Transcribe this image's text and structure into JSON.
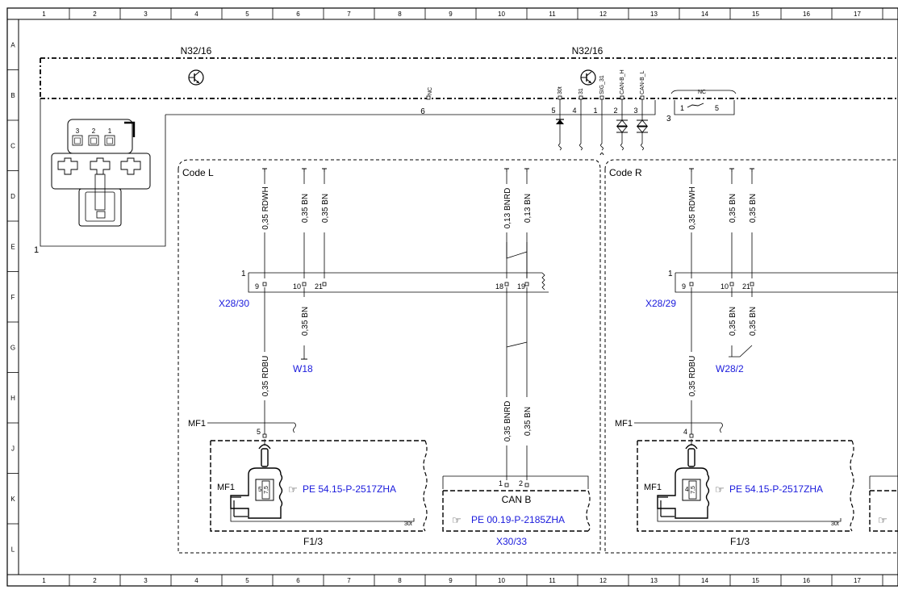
{
  "border": {
    "columns": [
      "1",
      "2",
      "3",
      "4",
      "5",
      "6",
      "7",
      "8",
      "9",
      "10",
      "11",
      "12",
      "13",
      "14",
      "15",
      "16",
      "17"
    ],
    "rows": [
      "A",
      "B",
      "C",
      "D",
      "E",
      "F",
      "G",
      "H",
      "J",
      "K",
      "L"
    ]
  },
  "module": {
    "label_left": "N32/16",
    "label_right": "N32/16",
    "pin6": "6",
    "nc_top": "NC",
    "pin3": "3",
    "conn_pins": [
      {
        "top": "30t",
        "num": "5"
      },
      {
        "top": "31",
        "num": "4"
      },
      {
        "top": "SIG_31",
        "num": "1"
      },
      {
        "top": "CAN-B_H",
        "num": "2"
      },
      {
        "top": "CAN-B_L",
        "num": "3"
      }
    ],
    "nc_box": {
      "label": "NC",
      "pin_a": "1",
      "pin_b": "5"
    }
  },
  "connector_view": {
    "pins": [
      "3",
      "2",
      "1"
    ],
    "corner_label": "1"
  },
  "code_l": {
    "title": "Code L",
    "wires_top": [
      "0,35 RDWH",
      "0,35 BN",
      "0,35 BN",
      "0,13 BNRD",
      "0,13 BN"
    ],
    "x_block": {
      "num": "1",
      "label": "X28/30",
      "pins": [
        "9",
        "10",
        "21",
        "18",
        "19"
      ]
    },
    "w18_wire": "0,35 BN",
    "w18": "W18",
    "rdbu": "0,35 RDBU",
    "mf1_label": "MF1",
    "mf1_pin": "5",
    "mf1_inner": "MF1",
    "fuse_pin": "5",
    "fuse_value": "7,5",
    "ref_fuse": "PE 54.15-P-2517ZHA",
    "label_30t": "30t",
    "f13": "F1/3",
    "can_wires": [
      "0,35 BNRD",
      "0,35 BN"
    ],
    "can_pins": [
      "1",
      "2"
    ],
    "can_title": "CAN B",
    "ref_can": "PE 00.19-P-2185ZHA",
    "x3033": "X30/33"
  },
  "code_r": {
    "title": "Code R",
    "wires_top": [
      "0,35 RDWH",
      "0,35 BN",
      "0,35 BN"
    ],
    "x_block": {
      "num": "1",
      "label": "X28/29",
      "pins": [
        "9",
        "10",
        "21"
      ]
    },
    "w28_wires": [
      "0,35 BN",
      "0,35 BN"
    ],
    "w28": "W28/2",
    "rdbu": "0,35 RDBU",
    "mf1_label": "MF1",
    "mf1_pin": "4",
    "mf1_inner": "MF1",
    "fuse_pin": "4",
    "fuse_value": "7,5",
    "ref_fuse": "PE 54.15-P-2517ZHA",
    "label_30t": "30t",
    "f13": "F1/3"
  },
  "colors": {
    "line": "#000000",
    "link": "#1a1adc",
    "dash": "#000000"
  }
}
